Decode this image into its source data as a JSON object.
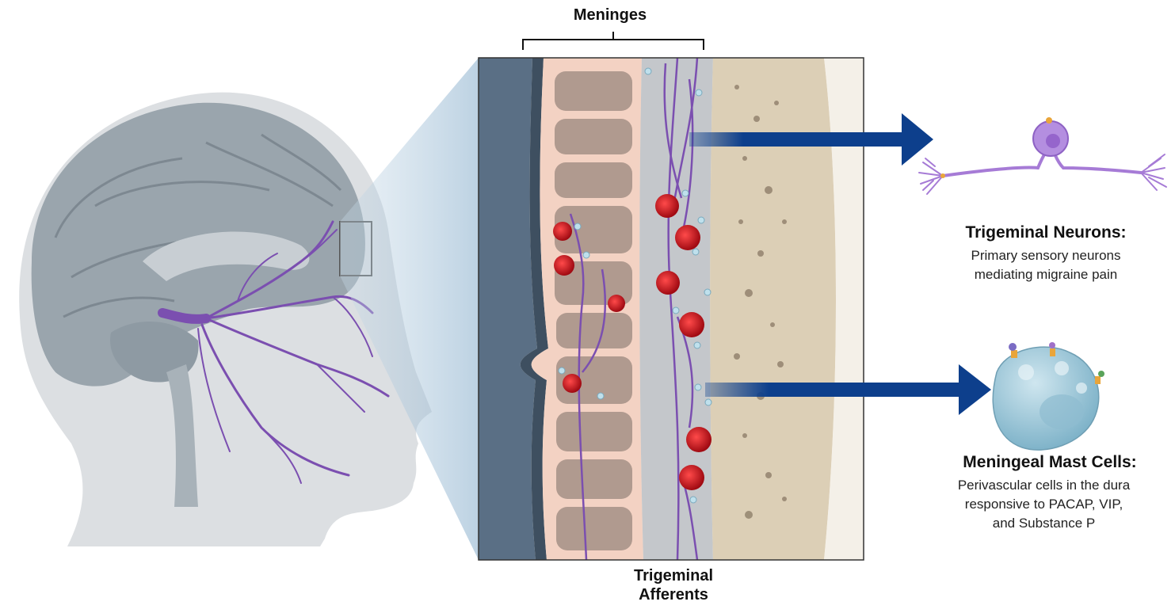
{
  "labels": {
    "meninges": "Meninges",
    "afferents_line1": "Trigeminal",
    "afferents_line2": "Afferents",
    "neurons_title": "Trigeminal Neurons:",
    "neurons_desc_line1": "Primary sensory neurons",
    "neurons_desc_line2": "mediating migraine pain",
    "mast_title": "Meningeal Mast Cells:",
    "mast_desc_line1": "Perivascular cells in the dura",
    "mast_desc_line2": "responsive to PACAP, VIP,",
    "mast_desc_line3": "and Substance P"
  },
  "colors": {
    "head": "#d6dadd",
    "brain": "#8e9aa3",
    "nerve": "#7b4fb0",
    "arrow": "#0d3f8c",
    "dura": "#f3d2c3",
    "bone": "#e8dcc8",
    "vessel": "#c0121c",
    "mast_cell": "#9cc8da"
  }
}
